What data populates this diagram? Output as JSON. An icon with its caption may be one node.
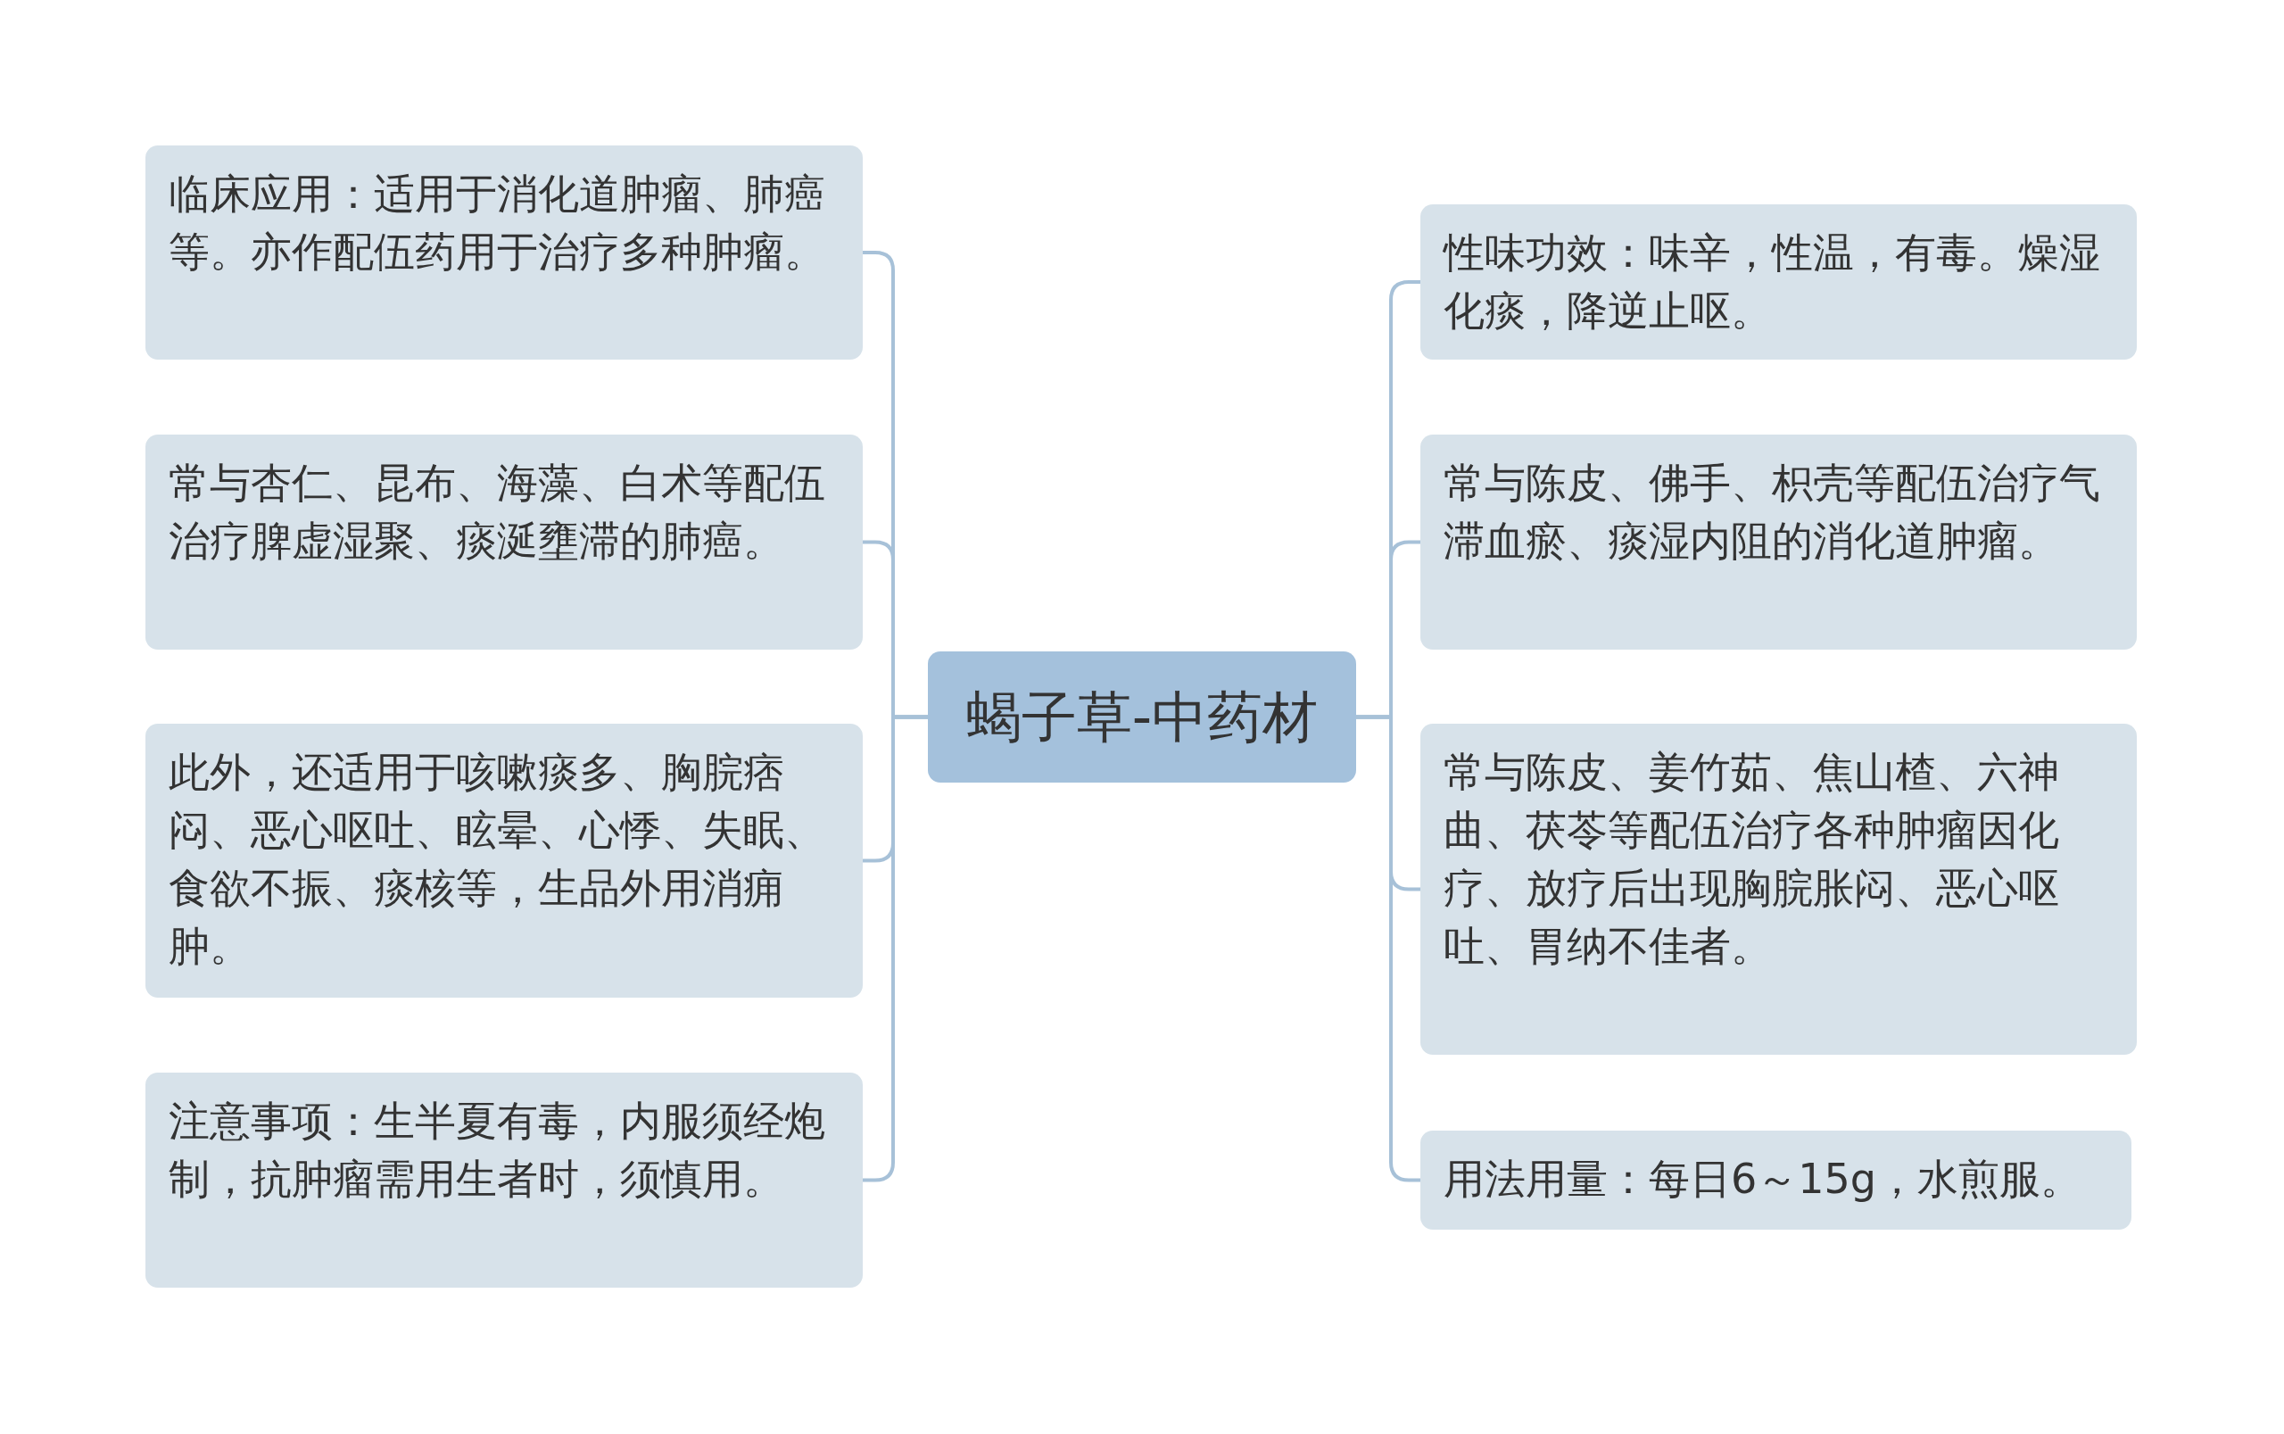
{
  "diagram": {
    "nodes": [
      {
        "text": [
          "蝎子草-中药材"
        ]
      },
      {
        "text": [
          "临床应用：适用于消化道肿瘤、肺癌等。亦作配伍药用于治疗多种肿瘤。"
        ]
      },
      {
        "text": [
          "常与杏仁、昆布、海藻、白术等配伍治疗脾虚湿聚、痰涎壅滞的肺癌。"
        ]
      },
      {
        "text": [
          "此外，还适用于咳嗽痰多、胸脘痞闷、恶心呕吐、眩晕、心悸、失眠、食欲不振、痰核等，生品外用消痈肿。"
        ]
      },
      {
        "text": [
          "注意事项：生半夏有毒，内服须经炮制，抗肿瘤需用生者时，须慎用。"
        ]
      },
      {
        "text": [
          "性味功效：味辛，性温，有毒。燥湿化痰，降逆止呕。"
        ]
      },
      {
        "text": [
          "常与陈皮、佛手、枳壳等配伍治疗气滞血瘀、痰湿内阻的消化道肿瘤。"
        ]
      },
      {
        "text": [
          "常与陈皮、姜竹茹、焦山楂、六神曲、茯苓等配伍治疗各种肿瘤因化疗、放疗后出现胸脘胀闷、恶心呕吐、胃纳不佳者。"
        ]
      },
      {
        "text": [
          "用法用量：每日6～15g，水煎服。"
        ]
      }
    ],
    "edges": [
      {
        "from": 0,
        "to": 1,
        "arrow": "none"
      },
      {
        "from": 0,
        "to": 2,
        "arrow": "none"
      },
      {
        "from": 0,
        "to": 3,
        "arrow": "none"
      },
      {
        "from": 0,
        "to": 4,
        "arrow": "none"
      },
      {
        "from": 0,
        "to": 5,
        "arrow": "none"
      },
      {
        "from": 0,
        "to": 6,
        "arrow": "none"
      },
      {
        "from": 0,
        "to": 7,
        "arrow": "none"
      },
      {
        "from": 0,
        "to": 8,
        "arrow": "none"
      }
    ]
  }
}
